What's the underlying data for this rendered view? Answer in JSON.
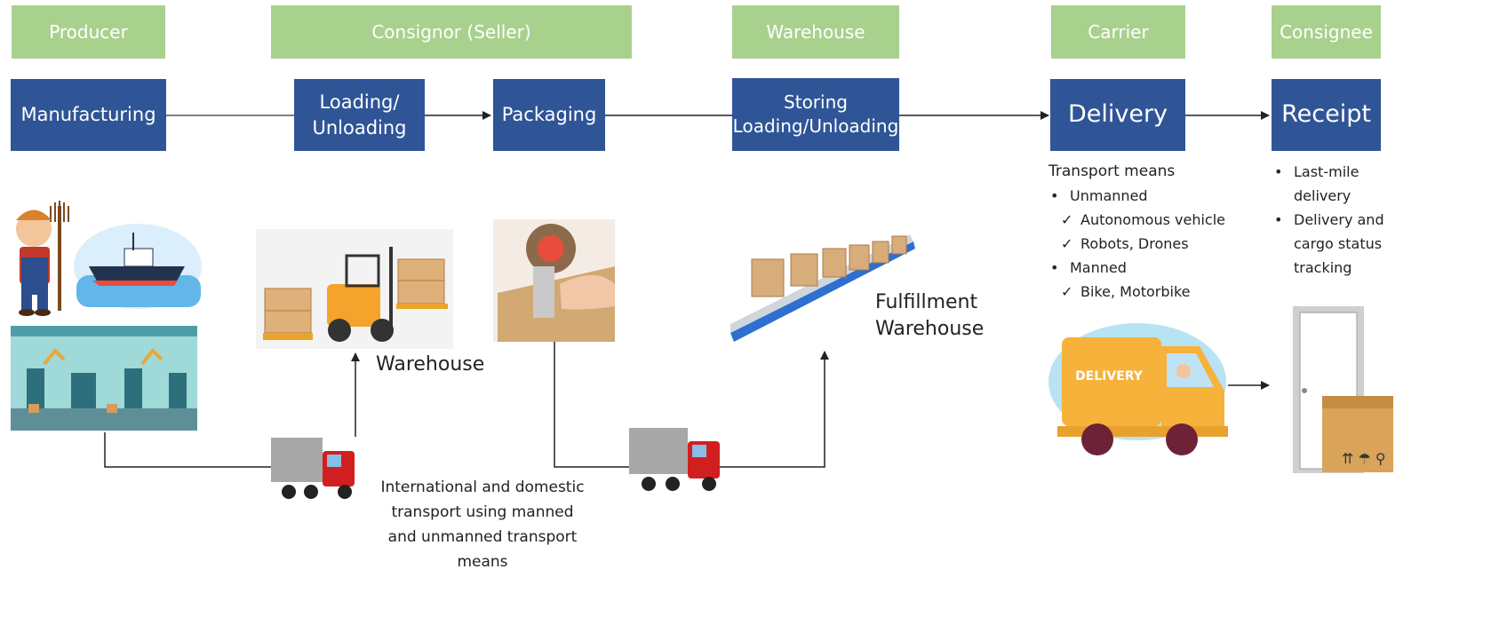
{
  "roles": {
    "producer": "Producer",
    "consignor": "Consignor (Seller)",
    "warehouse": "Warehouse",
    "carrier": "Carrier",
    "consignee": "Consignee"
  },
  "stages": {
    "manufacturing": "Manufacturing",
    "loading_line1": "Loading/",
    "loading_line2": "Unloading",
    "packaging": "Packaging",
    "storing_line1": "Storing",
    "storing_line2": "Loading/Unloading",
    "delivery": "Delivery",
    "receipt": "Receipt"
  },
  "labels": {
    "warehouse": "Warehouse",
    "fulfillment_line1": "Fulfillment",
    "fulfillment_line2": "Warehouse",
    "transport_caption_1": "International and domestic",
    "transport_caption_2": "transport using manned",
    "transport_caption_3": "and unmanned transport",
    "transport_caption_4": "means",
    "delivery_truck_text": "DELIVERY"
  },
  "carrier_notes": {
    "title": "Transport means",
    "unmanned": "Unmanned",
    "autonomous": "Autonomous vehicle",
    "robots": "Robots, Drones",
    "manned": "Manned",
    "bike": "Bike, Motorbike"
  },
  "consignee_notes": {
    "item1": "Last-mile delivery",
    "item2": "Delivery and cargo status tracking"
  },
  "colors": {
    "role_header": "#a9d18e",
    "stage_box": "#2f5597",
    "connector": "#222222"
  }
}
